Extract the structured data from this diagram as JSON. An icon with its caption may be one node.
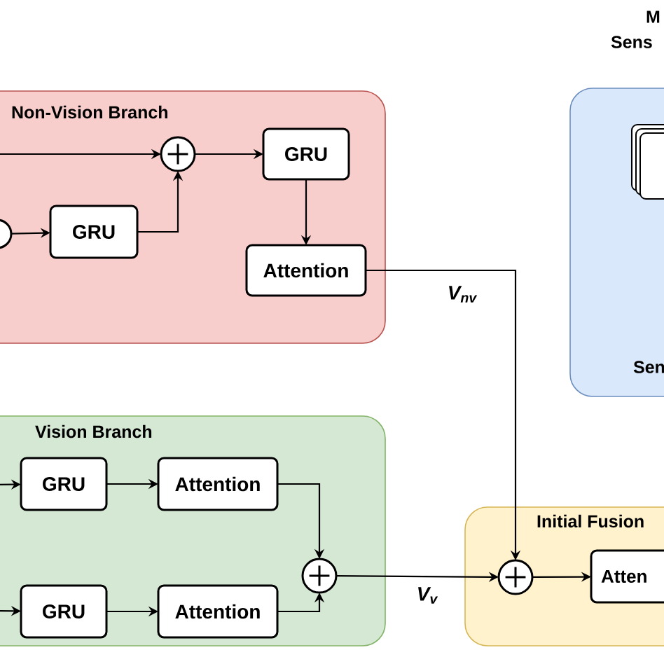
{
  "diagram": {
    "nodes": [
      {
        "text": [
          "Non-Vision Branch"
        ]
      },
      {
        "text": [],
        "shape": "circle",
        "in": 0
      },
      {
        "text": [
          "GRU"
        ],
        "in": 0
      },
      {
        "text": [],
        "shape": "circle",
        "in": 0
      },
      {
        "text": [
          "GRU"
        ],
        "in": 0
      },
      {
        "text": [
          "Attention"
        ],
        "in": 0
      },
      {
        "text": [
          "Sen"
        ]
      },
      {
        "text": [
          "Vision Branch"
        ]
      },
      {
        "text": [
          "GRU"
        ],
        "in": 7
      },
      {
        "text": [
          "Attention"
        ],
        "in": 7
      },
      {
        "text": [],
        "shape": "circle",
        "in": 7
      },
      {
        "text": [
          "GRU"
        ],
        "in": 7
      },
      {
        "text": [
          "Attention"
        ],
        "in": 7
      },
      {
        "text": [
          "Initial Fusion"
        ]
      },
      {
        "text": [],
        "shape": "circle",
        "in": 13
      },
      {
        "text": [
          "Atten"
        ],
        "in": 13
      }
    ],
    "edges": [
      {
        "from": null,
        "to": 1,
        "arrow": "to"
      },
      {
        "from": 3,
        "to": 4,
        "arrow": "to"
      },
      {
        "from": 4,
        "to": 1,
        "arrow": "to"
      },
      {
        "from": 1,
        "to": 2,
        "arrow": "to"
      },
      {
        "from": 2,
        "to": 5,
        "arrow": "to"
      },
      {
        "from": 5,
        "to": 14,
        "arrow": "to",
        "label": "V$_{nv}$"
      },
      {
        "from": null,
        "to": 8,
        "arrow": "to"
      },
      {
        "from": 8,
        "to": 9,
        "arrow": "to"
      },
      {
        "from": 9,
        "to": 10,
        "arrow": "to"
      },
      {
        "from": null,
        "to": 11,
        "arrow": "to"
      },
      {
        "from": 11,
        "to": 12,
        "arrow": "to"
      },
      {
        "from": 12,
        "to": 10,
        "arrow": "to"
      },
      {
        "from": 10,
        "to": 14,
        "arrow": "to",
        "label": "V$_{v}$"
      },
      {
        "from": 14,
        "to": 15,
        "arrow": "to"
      }
    ],
    "labels": [
      "M",
      "Sens"
    ]
  }
}
